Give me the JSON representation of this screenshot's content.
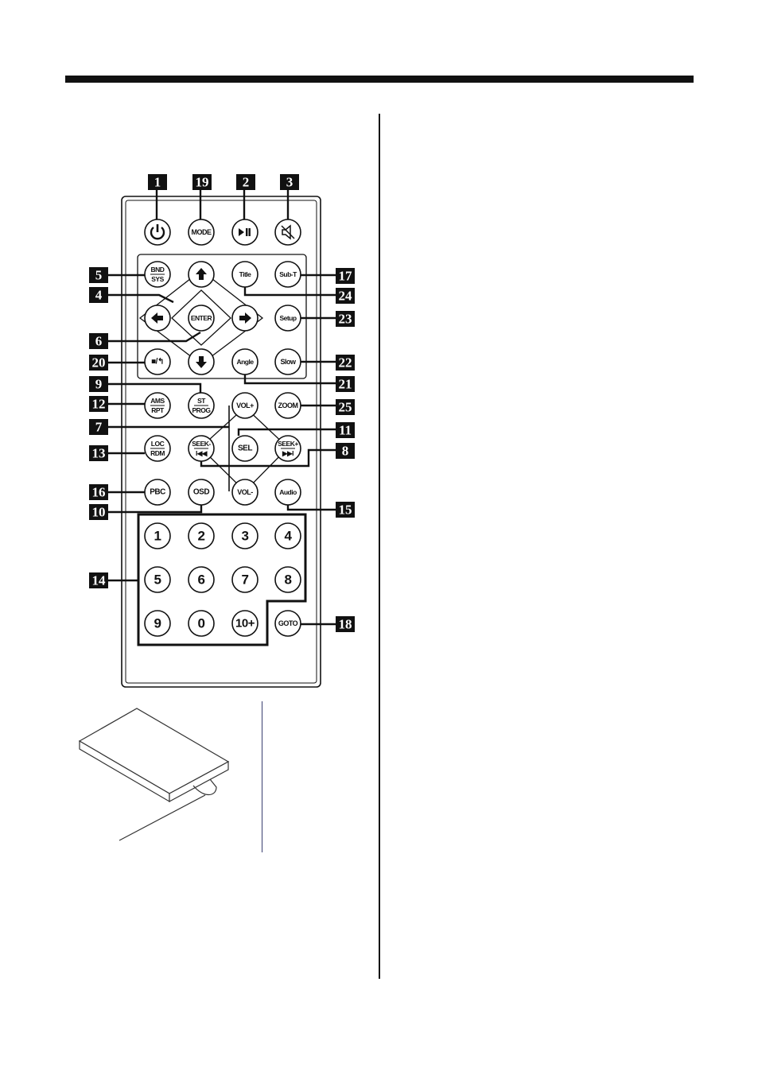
{
  "remote": {
    "buttons": [
      {
        "id": "power",
        "label": "",
        "icon": "power-icon"
      },
      {
        "id": "mode",
        "label": "MODE"
      },
      {
        "id": "play-pause",
        "label": "",
        "icon": "play-pause-icon"
      },
      {
        "id": "mute",
        "label": "",
        "icon": "mute-icon"
      },
      {
        "id": "bnd-sys",
        "label": "BND",
        "label2": "SYS"
      },
      {
        "id": "up",
        "label": "",
        "icon": "arrow-up-icon"
      },
      {
        "id": "title",
        "label": "Title"
      },
      {
        "id": "sub-t",
        "label": "Sub-T"
      },
      {
        "id": "left",
        "label": "",
        "icon": "arrow-left-icon"
      },
      {
        "id": "enter",
        "label": "ENTER"
      },
      {
        "id": "right",
        "label": "",
        "icon": "arrow-right-icon"
      },
      {
        "id": "setup",
        "label": "Setup"
      },
      {
        "id": "stop-return",
        "label": "■/↰"
      },
      {
        "id": "down",
        "label": "",
        "icon": "arrow-down-icon"
      },
      {
        "id": "angle",
        "label": "Angle"
      },
      {
        "id": "slow",
        "label": "Slow"
      },
      {
        "id": "ams-rpt",
        "label": "AMS",
        "label2": "RPT"
      },
      {
        "id": "st-prog",
        "label": "ST",
        "label2": "PROG"
      },
      {
        "id": "vol-up",
        "label": "VOL+"
      },
      {
        "id": "zoom",
        "label": "ZOOM"
      },
      {
        "id": "loc-rdm",
        "label": "LOC",
        "label2": "RDM"
      },
      {
        "id": "seek-down",
        "label": "SEEK-",
        "label2": "I◀◀"
      },
      {
        "id": "sel",
        "label": "SEL"
      },
      {
        "id": "seek-up",
        "label": "SEEK+",
        "label2": "▶▶I"
      },
      {
        "id": "pbc",
        "label": "PBC"
      },
      {
        "id": "osd",
        "label": "OSD"
      },
      {
        "id": "vol-down",
        "label": "VOL-"
      },
      {
        "id": "audio",
        "label": "Audio"
      },
      {
        "id": "num-1",
        "label": "1"
      },
      {
        "id": "num-2",
        "label": "2"
      },
      {
        "id": "num-3",
        "label": "3"
      },
      {
        "id": "num-4",
        "label": "4"
      },
      {
        "id": "num-5",
        "label": "5"
      },
      {
        "id": "num-6",
        "label": "6"
      },
      {
        "id": "num-7",
        "label": "7"
      },
      {
        "id": "num-8",
        "label": "8"
      },
      {
        "id": "num-9",
        "label": "9"
      },
      {
        "id": "num-0",
        "label": "0"
      },
      {
        "id": "num-10plus",
        "label": "10+"
      },
      {
        "id": "goto",
        "label": "GOTO"
      }
    ],
    "callouts": [
      "1",
      "19",
      "2",
      "3",
      "5",
      "4",
      "6",
      "20",
      "9",
      "12",
      "7",
      "13",
      "16",
      "10",
      "14",
      "17",
      "24",
      "23",
      "22",
      "21",
      "25",
      "11",
      "8",
      "15",
      "18"
    ]
  }
}
